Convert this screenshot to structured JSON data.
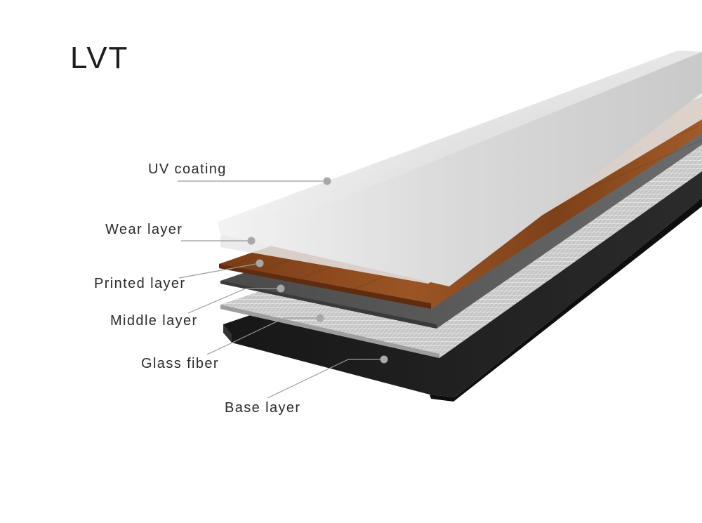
{
  "title": "LVT",
  "layers": [
    {
      "id": "uv",
      "label": "UV coating"
    },
    {
      "id": "wear",
      "label": "Wear layer"
    },
    {
      "id": "printed",
      "label": "Printed layer"
    },
    {
      "id": "middle",
      "label": "Middle layer"
    },
    {
      "id": "glass",
      "label": "Glass fiber"
    },
    {
      "id": "base",
      "label": "Base layer"
    }
  ],
  "colors": {
    "uv_coating": "#d6d6d6",
    "wear_layer": "#e6e6e6",
    "printed_layer": "#8a4a22",
    "middle_layer": "#5a5a5a",
    "glass_fiber": "#bdbdbd",
    "base_layer": "#1f1f1f",
    "leader_line": "#9a9a9a",
    "marker_dot": "#a8a8a8"
  }
}
